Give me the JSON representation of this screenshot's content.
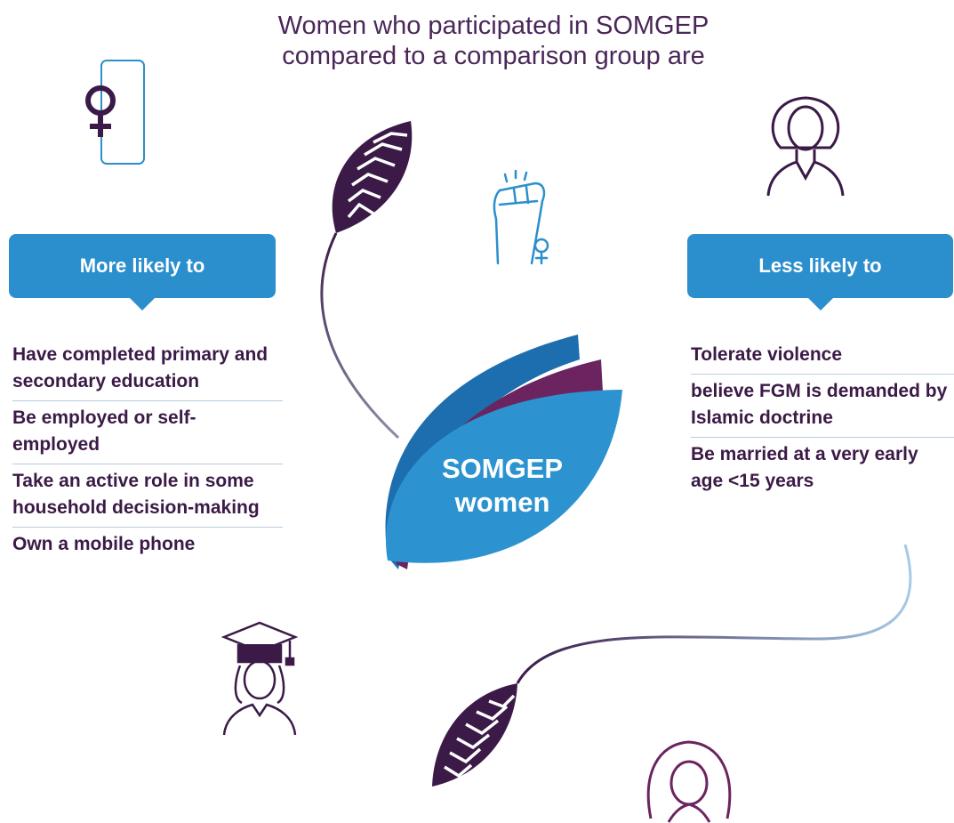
{
  "title": {
    "line1": "Women who participated in SOMGEP",
    "line2": "compared to a comparison group are"
  },
  "more_likely": {
    "heading": "More likely to",
    "items": [
      "Have completed primary and secondary education",
      "Be employed or self-employed",
      "Take an active role in some household decision-making",
      "Own a mobile phone"
    ]
  },
  "less_likely": {
    "heading": "Less likely to",
    "items": [
      "Tolerate violence",
      "believe FGM is demanded by Islamic doctrine",
      "Be married at a very early age <15 years"
    ]
  },
  "center": {
    "line1": "SOMGEP",
    "line2": "women"
  },
  "icons": [
    "phone-female-symbol-icon",
    "woman-icon",
    "raised-fist-female-symbol-icon",
    "graduate-woman-icon",
    "veiled-woman-icon"
  ],
  "colors": {
    "callout": "#2c8fcd",
    "dark_purple": "#3b1a47",
    "leaf_blue_dark": "#1d6eae",
    "leaf_purple": "#6b2460",
    "leaf_blue": "#2c93d0",
    "line_icon_blue": "#2c8fcd"
  }
}
